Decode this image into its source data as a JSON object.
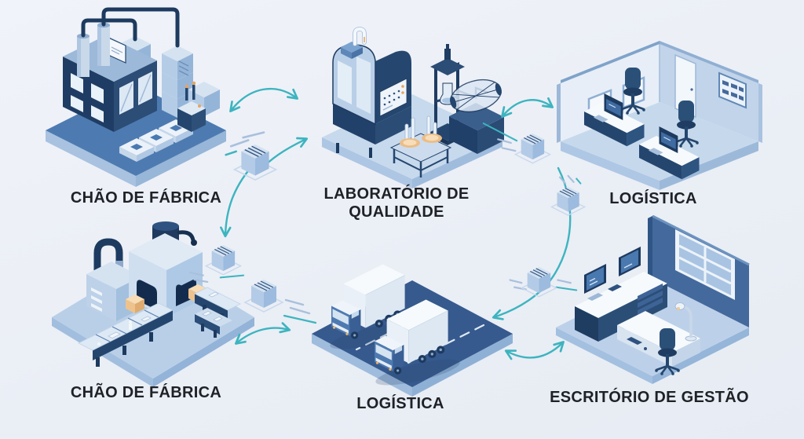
{
  "background_color": "#edf0f6",
  "palette": {
    "arrow_teal": "#3db4bf",
    "navy": "#1e3a5e",
    "mid_blue": "#4a79b0",
    "light_blue": "#b7cde7",
    "pale_blue": "#dde9f5",
    "accent_orange": "#eec28b",
    "label_color": "#1e2126"
  },
  "stations": [
    {
      "id": "factory-building",
      "label": "CHÃO DE FÁBRICA",
      "illustration": "factory-building"
    },
    {
      "id": "quality-lab",
      "label": "LABORATÓRIO DE QUALIDADE",
      "illustration": "laboratory-equipment"
    },
    {
      "id": "logistics-office",
      "label": "LOGÍSTICA",
      "illustration": "office-workstations"
    },
    {
      "id": "factory-line",
      "label": "CHÃO DE FÁBRICA",
      "illustration": "production-conveyor"
    },
    {
      "id": "logistics-trucks",
      "label": "LOGÍSTICA",
      "illustration": "delivery-trucks"
    },
    {
      "id": "management-office",
      "label": "ESCRITÓRIO DE GESTÃO",
      "illustration": "management-desk"
    }
  ],
  "arrows": [
    {
      "id": "factory-lab",
      "type": "bidirectional"
    },
    {
      "id": "lab-office",
      "type": "bidirectional"
    },
    {
      "id": "package-to-lab",
      "type": "one-way"
    },
    {
      "id": "factory-to-production-line",
      "type": "one-way"
    },
    {
      "id": "office-to-trucks",
      "type": "one-way"
    },
    {
      "id": "production-trucks",
      "type": "bidirectional"
    },
    {
      "id": "trucks-management",
      "type": "bidirectional"
    }
  ],
  "package_count": 6
}
